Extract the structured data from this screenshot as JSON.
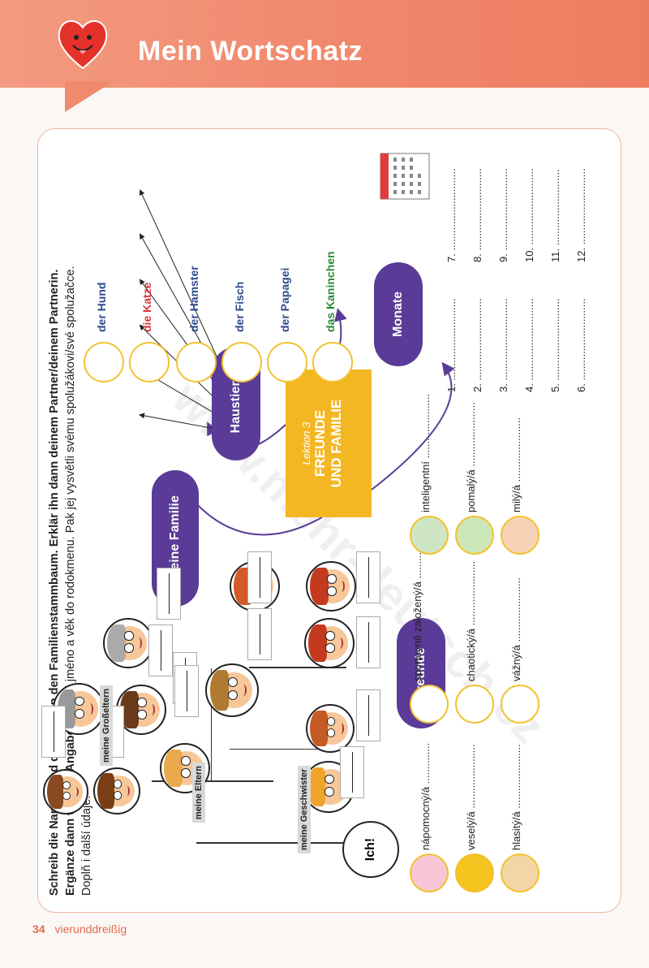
{
  "header": {
    "title": "Mein Wortschatz",
    "page_number": "34",
    "page_word": "vierunddreißig",
    "watermark": "www.mehr-deutsch.cz"
  },
  "instructions": {
    "bold": "Schreib die Namen und das Alter in den Familienstammbaum. Erklär ihn dann deinem Partner/deinem Partnerin. Ergänze dann weitere Angaben.",
    "normal": "Napiš jméno a věk do rodokmenu. Pak jej vysvětli svému spolužákovi/své spolužačce. Doplň i další údaje."
  },
  "center": {
    "lesson": "Lektion 3",
    "title_line1": "FREUNDE",
    "title_line2": "UND FAMILIE"
  },
  "bubbles": {
    "familie": "meine Familie",
    "haustiere": "Haustiere",
    "freunde": "Freunde",
    "monate": "Monate"
  },
  "pets": [
    {
      "label": "der Hund",
      "color": "#2e4b8c"
    },
    {
      "label": "die Katze",
      "color": "#d8383b"
    },
    {
      "label": "der Hamster",
      "color": "#2e4b8c"
    },
    {
      "label": "der Fisch",
      "color": "#2e4b8c"
    },
    {
      "label": "der Papagei",
      "color": "#2e4b8c"
    },
    {
      "label": "das Kaninchen",
      "color": "#2a8a34"
    }
  ],
  "family": {
    "grosseltern": "meine Großeltern",
    "eltern": "meine Eltern",
    "geschwister": "meine Geschwister",
    "ich": "Ich!"
  },
  "adjectives": {
    "col1": [
      "nápomocný/á ..............",
      "veselý/á ......................",
      "hlasitý/á ......................"
    ],
    "col2": [
      "sportovně založený/á ..............",
      "chaotický/á ......................",
      "vážný/á ......................"
    ],
    "col3": [
      "inteligentní ......................",
      "pomalý/á ......................",
      "milý/á ......................"
    ]
  },
  "months": {
    "left": [
      "1. ............................",
      "2. ............................",
      "3. ............................",
      "4. ............................",
      "5. ............................",
      "6. ............................"
    ],
    "right": [
      "7. ............................",
      "8. ............................",
      "9. ............................",
      "10. ..........................",
      "11. ..........................",
      "12. .........................."
    ]
  },
  "colors": {
    "accent": "#f08a6c",
    "purple": "#5a3b97",
    "yellow": "#f4b724",
    "circle": "#f2c232"
  }
}
